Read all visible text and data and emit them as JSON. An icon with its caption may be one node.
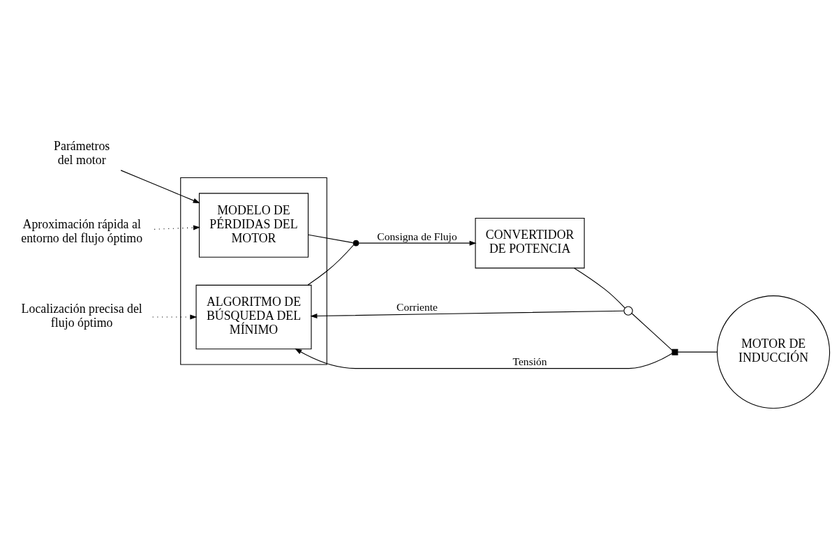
{
  "diagram": {
    "nodes": [
      {
        "text": [
          "Parámetros del motor"
        ]
      },
      {
        "text": [],
        "shape": "box"
      },
      {
        "text": [
          "MODELO DE PÉRDIDAS DEL MOTOR"
        ],
        "in": 1
      },
      {
        "text": [
          "ALGORITMO DE BÚSQUEDA DEL MÍNIMO"
        ],
        "in": 1
      },
      {
        "text": [
          "Aproximación rápida al entorno del flujo óptimo"
        ]
      },
      {
        "text": [
          "Localización precisa del flujo óptimo"
        ]
      },
      {
        "text": [],
        "shape": "circle"
      },
      {
        "text": [
          "CONVERTIDOR DE POTENCIA"
        ]
      },
      {
        "text": [],
        "shape": "circle"
      },
      {
        "text": [],
        "shape": "box"
      },
      {
        "text": [
          "MOTOR DE INDUCCIÓN"
        ]
      }
    ],
    "edges": [
      {
        "from": 0,
        "to": 2,
        "arrow": "to"
      },
      {
        "from": 4,
        "to": 2,
        "arrow": "to",
        "style": "dashed"
      },
      {
        "from": 5,
        "to": 3,
        "arrow": "to",
        "style": "dashed"
      },
      {
        "from": 2,
        "to": 6,
        "arrow": "none"
      },
      {
        "from": 3,
        "to": 6,
        "arrow": "none"
      },
      {
        "from": 6,
        "to": 7,
        "arrow": "to",
        "label": "Consigna de Flujo"
      },
      {
        "from": 7,
        "to": 8,
        "arrow": "none"
      },
      {
        "from": 8,
        "to": 9,
        "arrow": "none"
      },
      {
        "from": 9,
        "to": 10,
        "arrow": "none"
      },
      {
        "from": 8,
        "to": 3,
        "arrow": "to",
        "label": "Corriente"
      },
      {
        "from": 9,
        "to": 3,
        "arrow": "to",
        "label": "Tensión"
      }
    ]
  }
}
